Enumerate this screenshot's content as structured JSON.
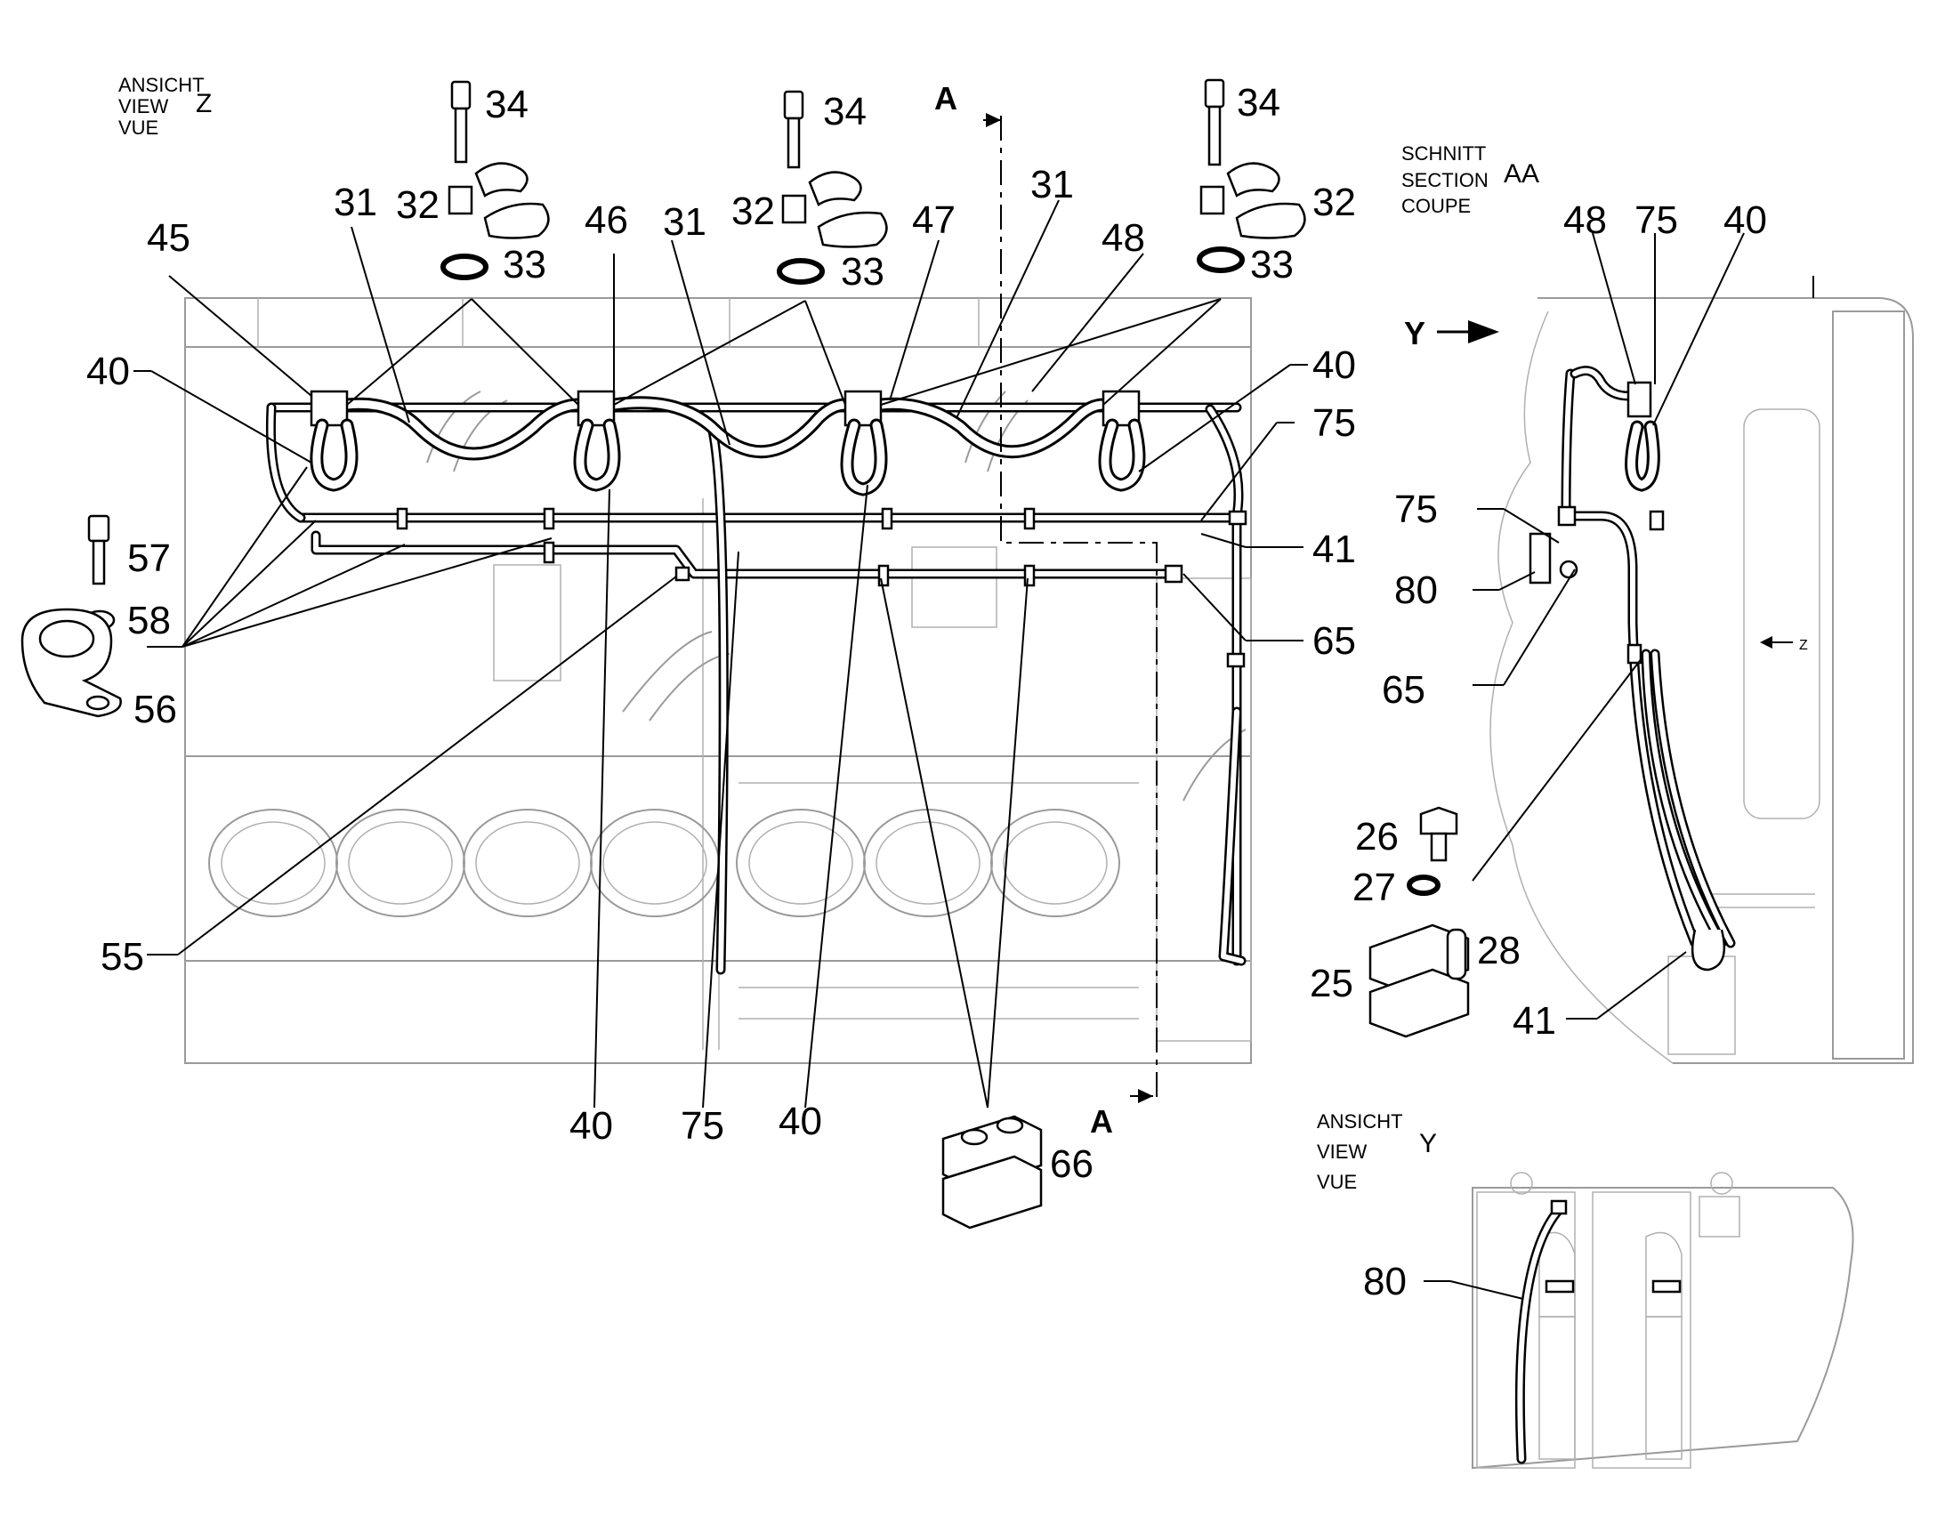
{
  "view_z": {
    "lines": [
      "ANSICHT",
      "VIEW",
      "VUE"
    ],
    "letter": "Z"
  },
  "section_aa": {
    "lines": [
      "SCHNITT",
      "SECTION",
      "COUPE"
    ],
    "letter": "AA"
  },
  "view_y": {
    "lines": [
      "ANSICHT",
      "VIEW",
      "VUE"
    ],
    "letter": "Y"
  },
  "markers": {
    "section_top": "A",
    "section_bottom": "A",
    "view_y_arrow": "Y",
    "view_z_arrow": "Z"
  },
  "callouts": {
    "c34a": "34",
    "c34b": "34",
    "c34c": "34",
    "c32a": "32",
    "c32b": "32",
    "c32c": "32",
    "c33a": "33",
    "c33b": "33",
    "c33c": "33",
    "c31a": "31",
    "c31b": "31",
    "c31c": "31",
    "c45": "45",
    "c46": "46",
    "c47": "47",
    "c48a": "48",
    "c40a": "40",
    "c40b": "40",
    "c40c": "40",
    "c40d": "40",
    "c75a": "75",
    "c41a": "41",
    "c65a": "65",
    "c57": "57",
    "c58": "58",
    "c56": "56",
    "c55": "55",
    "c66": "66",
    "c48b": "48",
    "c75b": "75",
    "c40e": "40",
    "c75c": "75",
    "c80a": "80",
    "c65b": "65",
    "c26": "26",
    "c27": "27",
    "c28": "28",
    "c25": "25",
    "c41b": "41",
    "c80b": "80"
  }
}
